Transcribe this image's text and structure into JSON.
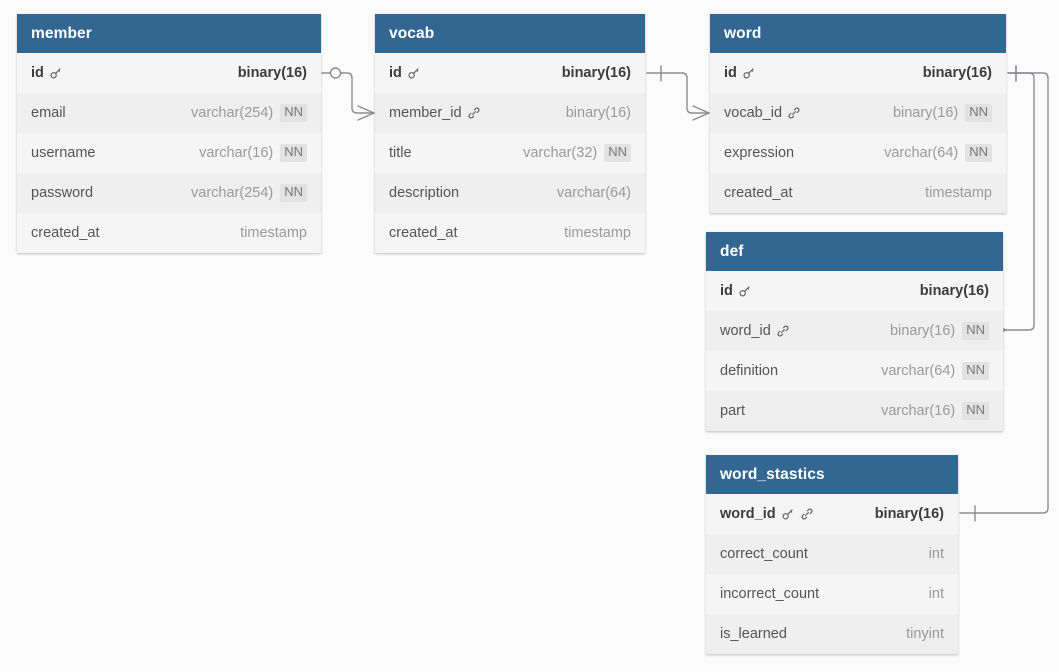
{
  "diagram": {
    "type": "er-diagram",
    "title": "",
    "palette": {
      "header_bg": "#336791",
      "header_text": "#ffffff",
      "row_bg": "#f5f5f5",
      "row_bg_alt": "#efefef",
      "attr_text": "#555555",
      "type_text": "#9a9a9a",
      "badge_bg": "#e2e2e2",
      "badge_text": "#777777",
      "edge_color": "#8c8c96",
      "canvas_bg": "#fbfbfb"
    },
    "entities": [
      {
        "name": "member",
        "attributes": [
          {
            "name": "id",
            "type": "binary(16)",
            "nn": false,
            "pk": true,
            "fk": false
          },
          {
            "name": "email",
            "type": "varchar(254)",
            "nn": true,
            "pk": false,
            "fk": false
          },
          {
            "name": "username",
            "type": "varchar(16)",
            "nn": true,
            "pk": false,
            "fk": false
          },
          {
            "name": "password",
            "type": "varchar(254)",
            "nn": true,
            "pk": false,
            "fk": false
          },
          {
            "name": "created_at",
            "type": "timestamp",
            "nn": false,
            "pk": false,
            "fk": false
          }
        ]
      },
      {
        "name": "vocab",
        "attributes": [
          {
            "name": "id",
            "type": "binary(16)",
            "nn": false,
            "pk": true,
            "fk": false
          },
          {
            "name": "member_id",
            "type": "binary(16)",
            "nn": false,
            "pk": false,
            "fk": true
          },
          {
            "name": "title",
            "type": "varchar(32)",
            "nn": true,
            "pk": false,
            "fk": false
          },
          {
            "name": "description",
            "type": "varchar(64)",
            "nn": false,
            "pk": false,
            "fk": false
          },
          {
            "name": "created_at",
            "type": "timestamp",
            "nn": false,
            "pk": false,
            "fk": false
          }
        ]
      },
      {
        "name": "word",
        "attributes": [
          {
            "name": "id",
            "type": "binary(16)",
            "nn": false,
            "pk": true,
            "fk": false
          },
          {
            "name": "vocab_id",
            "type": "binary(16)",
            "nn": true,
            "pk": false,
            "fk": true
          },
          {
            "name": "expression",
            "type": "varchar(64)",
            "nn": true,
            "pk": false,
            "fk": false
          },
          {
            "name": "created_at",
            "type": "timestamp",
            "nn": false,
            "pk": false,
            "fk": false
          }
        ]
      },
      {
        "name": "def",
        "attributes": [
          {
            "name": "id",
            "type": "binary(16)",
            "nn": false,
            "pk": true,
            "fk": false
          },
          {
            "name": "word_id",
            "type": "binary(16)",
            "nn": true,
            "pk": false,
            "fk": true
          },
          {
            "name": "definition",
            "type": "varchar(64)",
            "nn": true,
            "pk": false,
            "fk": false
          },
          {
            "name": "part",
            "type": "varchar(16)",
            "nn": true,
            "pk": false,
            "fk": false
          }
        ]
      },
      {
        "name": "word_stastics",
        "attributes": [
          {
            "name": "word_id",
            "type": "binary(16)",
            "nn": false,
            "pk": true,
            "fk": true
          },
          {
            "name": "correct_count",
            "type": "int",
            "nn": false,
            "pk": false,
            "fk": false
          },
          {
            "name": "incorrect_count",
            "type": "int",
            "nn": false,
            "pk": false,
            "fk": false
          },
          {
            "name": "is_learned",
            "type": "tinyint",
            "nn": false,
            "pk": false,
            "fk": false
          }
        ]
      }
    ],
    "relationships": [
      {
        "from": "member.id",
        "to": "vocab.member_id",
        "from_cardinality": "zero-or-one",
        "to_cardinality": "many"
      },
      {
        "from": "vocab.id",
        "to": "word.vocab_id",
        "from_cardinality": "one",
        "to_cardinality": "many"
      },
      {
        "from": "word.id",
        "to": "def.word_id",
        "from_cardinality": "one",
        "to_cardinality": "many"
      },
      {
        "from": "word.id",
        "to": "word_stastics.word_id",
        "from_cardinality": "one",
        "to_cardinality": "one"
      }
    ],
    "badges": {
      "not_null": "NN"
    },
    "icons": {
      "primary_key": "key-icon",
      "foreign_key": "link-icon"
    }
  }
}
